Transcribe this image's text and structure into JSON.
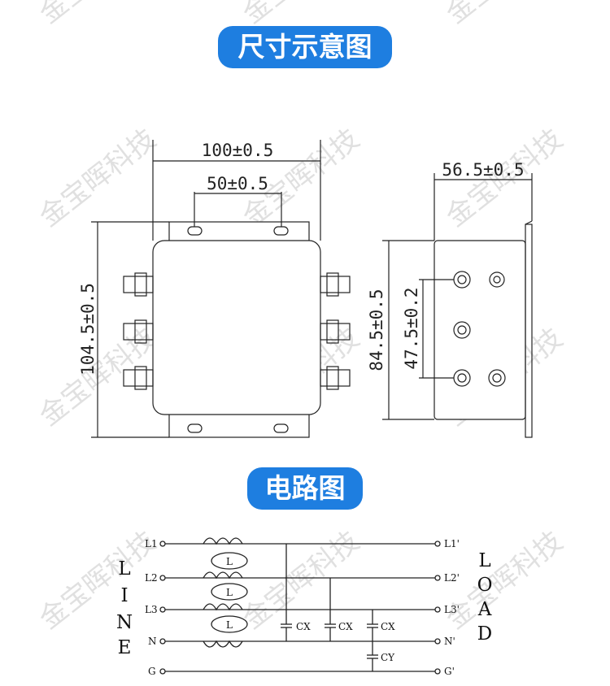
{
  "titles": {
    "dimensions": "尺寸示意图",
    "circuit": "电路图"
  },
  "watermark": "金宝晖科技",
  "dimensions": {
    "overall_width": "100±0.5",
    "hole_spacing": "50±0.5",
    "height": "104.5±0.5",
    "depth": "56.5±0.5",
    "side_height": "84.5±0.5",
    "terminal_spacing": "47.5±0.2"
  },
  "circuit": {
    "line_label": [
      "L",
      "I",
      "N",
      "E"
    ],
    "load_label": [
      "L",
      "O",
      "A",
      "D"
    ],
    "inputs": [
      "L1",
      "L2",
      "L3",
      "N",
      "G"
    ],
    "outputs": [
      "L1'",
      "L2'",
      "L3'",
      "N'",
      "G'"
    ],
    "choke_label": "L",
    "caps_x": [
      "CX",
      "CX",
      "CX"
    ],
    "cap_y": "CY"
  },
  "colors": {
    "accent": "#1e7ee0",
    "line": "#222222",
    "watermark": "#c8c8c8"
  }
}
